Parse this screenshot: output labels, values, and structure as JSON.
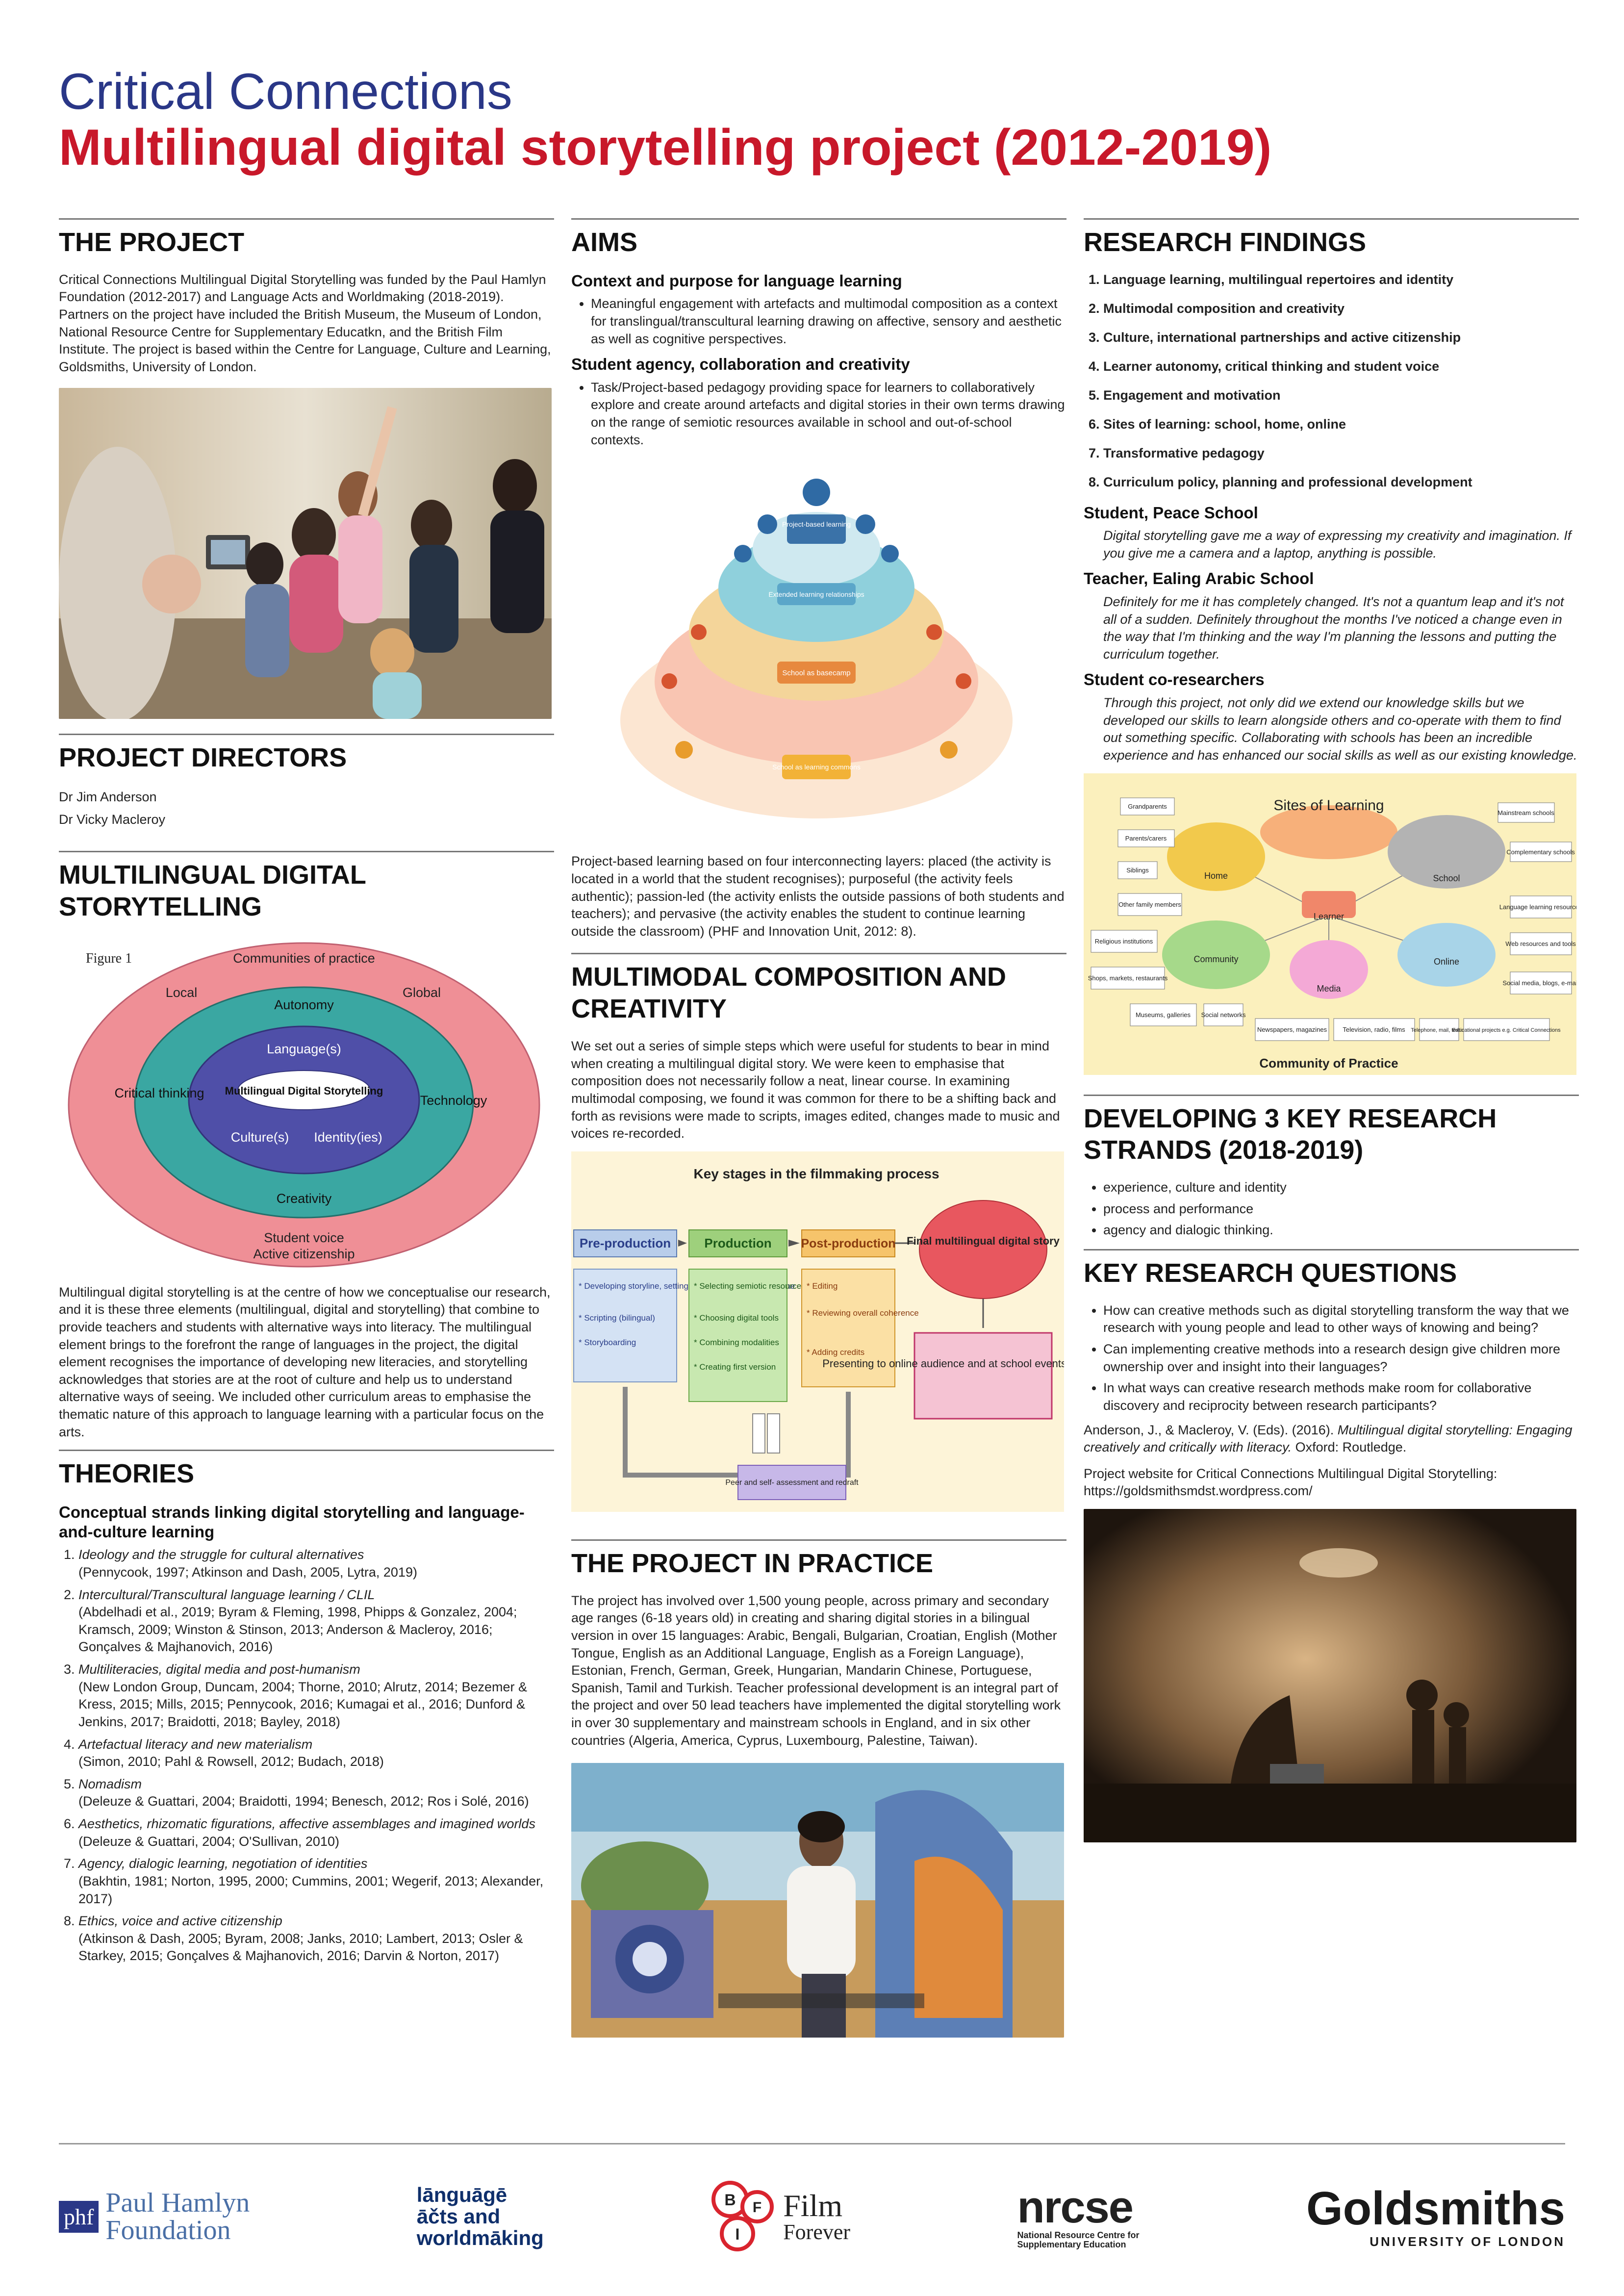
{
  "header": {
    "title_line1": "Critical Connections",
    "title_line2": "Multilingual digital storytelling project (2012-2019)"
  },
  "project": {
    "heading": "THE PROJECT",
    "text": "Critical Connections Multilingual Digital Storytelling was funded by the Paul Hamlyn Foundation (2012-2017) and Language Acts and Worldmaking (2018-2019). Partners on the project have included the British Museum, the Museum of London, National Resource Centre for Supplementary Educatkn, and the British Film Institute. The project is based within the Centre for Language, Culture and Learning, Goldsmiths, University of London."
  },
  "directors": {
    "heading": "PROJECT DIRECTORS",
    "names": [
      "Dr Jim Anderson",
      "Dr Vicky Macleroy"
    ]
  },
  "mds": {
    "heading": "MULTILINGUAL DIGITAL STORYTELLING",
    "figure_label": "Figure 1",
    "outer_labels": [
      "Communities of practice",
      "Local",
      "Global",
      "Critical thinking",
      "Technology",
      "Student voice",
      "Active citizenship"
    ],
    "middle_labels": [
      "Autonomy",
      "Creativity"
    ],
    "inner_labels": [
      "Language(s)",
      "Culture(s)",
      "Identity(ies)"
    ],
    "core": "Multilingual Digital Storytelling",
    "text": "Multilingual digital storytelling is at the centre of how we conceptualise our research, and it is these three elements (multilingual, digital and storytelling) that combine to provide teachers and students with alternative ways into literacy. The multilingual element brings to the forefront the range of languages in the project, the digital element recognises the importance of developing new literacies, and storytelling acknowledges that stories are at the root of culture and help us to understand alternative ways of seeing. We included other curriculum areas to emphasise the thematic nature of this approach to language learning with a particular focus on the arts."
  },
  "theories": {
    "heading": "THEORIES",
    "subheading": "Conceptual strands linking digital storytelling and language-and-culture learning",
    "items": [
      {
        "title": "Ideology and the struggle for cultural alternatives",
        "refs": "(Pennycook, 1997; Atkinson and Dash, 2005, Lytra, 2019)"
      },
      {
        "title": "Intercultural/Transcultural language learning / CLIL",
        "refs": "(Abdelhadi et al., 2019; Byram & Fleming, 1998, Phipps & Gonzalez, 2004; Kramsch, 2009; Winston & Stinson, 2013; Anderson & Macleroy, 2016; Gonçalves & Majhanovich, 2016)"
      },
      {
        "title": "Multiliteracies, digital media and post-humanism",
        "refs": "(New London Group, Duncam, 2004; Thorne, 2010; Alrutz, 2014; Bezemer & Kress, 2015; Mills, 2015; Pennycook, 2016; Kumagai et al., 2016; Dunford & Jenkins, 2017; Braidotti, 2018; Bayley, 2018)"
      },
      {
        "title": "Artefactual literacy and new materialism",
        "refs": "(Simon, 2010; Pahl & Rowsell, 2012; Budach, 2018)"
      },
      {
        "title": "Nomadism",
        "refs": "(Deleuze & Guattari, 2004; Braidotti, 1994; Benesch, 2012; Ros i Solé, 2016)"
      },
      {
        "title": "Aesthetics, rhizomatic figurations, affective assemblages and imagined worlds",
        "refs": "(Deleuze & Guattari, 2004; O'Sullivan, 2010)"
      },
      {
        "title": "Agency, dialogic learning, negotiation of identities",
        "refs": "(Bakhtin, 1981; Norton, 1995, 2000; Cummins, 2001; Wegerif, 2013; Alexander, 2017)"
      },
      {
        "title": "Ethics, voice and active citizenship",
        "refs": "(Atkinson & Dash, 2005; Byram, 2008; Janks, 2010; Lambert, 2013; Osler & Starkey, 2015; Gonçalves & Majhanovich, 2016; Darvin & Norton, 2017)"
      }
    ]
  },
  "aims": {
    "heading": "AIMS",
    "sub1": "Context and purpose for language learning",
    "bullet1": "Meaningful engagement with artefacts and multimodal composition as a context for translingual/transcultural learning drawing on affective, sensory and aesthetic as well as cognitive perspectives.",
    "sub2": "Student agency, collaboration and creativity",
    "bullet2": "Task/Project-based pedagogy providing space for learners to collaboratively explore and create around artefacts and digital stories in their own terms drawing on the range of semiotic resources available in school and out-of-school contexts.",
    "layers": [
      "Project-based learning",
      "Extended learning relationships",
      "School as basecamp",
      "School as learning commons"
    ],
    "caption": "Project-based learning based on four interconnecting layers: placed (the activity is located in a world that the student recognises); purposeful (the activity feels authentic); passion-led (the activity enlists the outside passions of both students and teachers); and pervasive (the activity enables the student to continue learning outside the classroom) (PHF and Innovation Unit, 2012: 8)."
  },
  "multimodal": {
    "heading": "MULTIMODAL COMPOSITION AND CREATIVITY",
    "text": "We set out a series of simple steps which were useful for students to bear in mind when creating a multilingual digital story. We were keen to emphasise that composition does not necessarily follow a neat, linear course. In examining multimodal composing, we found it was common for there to be a shifting back and forth as revisions were made to scripts, images edited, changes made to music and voices re-recorded.",
    "flow_title": "Key stages in the filmmaking process",
    "stages": [
      "Pre-production",
      "Production",
      "Post-production"
    ],
    "final": "Final multilingual digital story",
    "pre_items": [
      "* Developing storyline, setting and characters within theme",
      "* Scripting (bilingual)",
      "* Storyboarding"
    ],
    "prod_items": [
      "* Selecting semiotic resources",
      "* Choosing digital tools",
      "* Combining modalities",
      "* Creating first version"
    ],
    "post_items": [
      "* Editing",
      "* Reviewing overall coherence",
      "* Adding credits"
    ],
    "present": "Presenting to online audience and at school events and film festival",
    "peer": "Peer and self- assessment and redraft"
  },
  "practice": {
    "heading": "THE PROJECT IN PRACTICE",
    "text": "The project has involved over 1,500 young people, across primary and secondary age ranges (6-18 years old) in creating and sharing digital stories in a bilingual version in over 15 languages: Arabic, Bengali, Bulgarian, Croatian, English (Mother Tongue, English as an Additional Language, English as a Foreign Language), Estonian, French, German, Greek, Hungarian, Mandarin Chinese, Portuguese, Spanish, Tamil and Turkish. Teacher professional development is an integral part of the project and over 50 lead teachers have implemented the digital storytelling work in over 30 supplementary and mainstream schools in England, and in six other countries (Algeria, America, Cyprus, Luxembourg, Palestine, Taiwan)."
  },
  "findings": {
    "heading": "RESEARCH FINDINGS",
    "items": [
      "Language learning, multilingual repertoires and identity",
      "Multimodal composition and creativity",
      "Culture, international partnerships and active citizenship",
      "Learner autonomy, critical thinking and student voice",
      "Engagement and motivation",
      "Sites of learning: school, home, online",
      "Transformative pedagogy",
      "Curriculum policy, planning and professional development"
    ],
    "quotes": [
      {
        "who": "Student, Peace School",
        "text": "Digital storytelling gave me a way of expressing my creativity and imagination. If you give me a camera and a laptop, anything is possible."
      },
      {
        "who": "Teacher, Ealing Arabic School",
        "text": "Definitely for me it has completely changed. It's not a quantum leap and it's not all of a sudden. Definitely throughout the months I've noticed a change even in the way that I'm thinking and the way I'm planning the lessons and putting the curriculum together."
      },
      {
        "who": "Student co-researchers",
        "text": "Through this project, not only did we extend our knowledge skills but we developed our skills to learn alongside others and co-operate with them to find out something specific. Collaborating with schools has been an incredible experience and has enhanced our social skills as well as our existing knowledge."
      }
    ]
  },
  "sites": {
    "title": "Sites of Learning",
    "hubs": [
      "Home",
      "School",
      "Learner",
      "Community",
      "Media",
      "Online"
    ],
    "leaves": [
      "Grandparents",
      "Parents/carers",
      "Siblings",
      "Other family members",
      "Religious institutions",
      "Shops, markets, restaurants",
      "Museums, galleries",
      "Social networks",
      "Newspapers, magazines",
      "Television, radio, films",
      "Telephone, mail, texting",
      "Educational projects e.g. Critical Connections",
      "Mainstream schools",
      "Complementary schools",
      "Language learning resources",
      "Web resources and tools",
      "Social media, blogs, e-mail"
    ],
    "footer": "Community of Practice"
  },
  "strands": {
    "heading": "DEVELOPING 3 KEY RESEARCH STRANDS (2018-2019)",
    "items": [
      "experience, culture and identity",
      "process and performance",
      "agency and dialogic thinking."
    ]
  },
  "questions": {
    "heading": "KEY RESEARCH QUESTIONS",
    "items": [
      "How can creative methods such as digital storytelling transform the way that we research with young people and lead to other ways of knowing and being?",
      "Can implementing creative methods into a research design give children more ownership over and insight into their languages?",
      "In what ways can creative research methods make room for collaborative discovery and reciprocity between research participants?"
    ],
    "ref_authors": "Anderson, J., & Macleroy, V. (Eds). (2016).",
    "ref_title": "Multilingual digital storytelling: Engaging creatively and critically with literacy.",
    "ref_pub": "Oxford: Routledge.",
    "website_label": "Project website for Critical Connections Multilingual Digital Storytelling:",
    "website_url": "https://goldsmithsmdst.wordpress.com/"
  },
  "logos": {
    "phf_mark": "phf",
    "phf_line1": "Paul Hamlyn",
    "phf_line2": "Foundation",
    "law_line1": "lānguāgē",
    "law_line2": "āčts and",
    "law_line3": "worldmāking",
    "bfi_letters": [
      "B",
      "F",
      "I"
    ],
    "bfi_line1": "Film",
    "bfi_line2": "Forever",
    "nrcse_mark": "nrcse",
    "nrcse_line1": "National Resource Centre for",
    "nrcse_line2": "Supplementary Education",
    "gold_line1": "Goldsmiths",
    "gold_line2": "UNIVERSITY OF LONDON"
  },
  "colors": {
    "navy": "#2a3787",
    "red": "#c8182a",
    "pink": "#ef8f96",
    "teal": "#3aa7a2",
    "purple": "#4f4fa8"
  }
}
